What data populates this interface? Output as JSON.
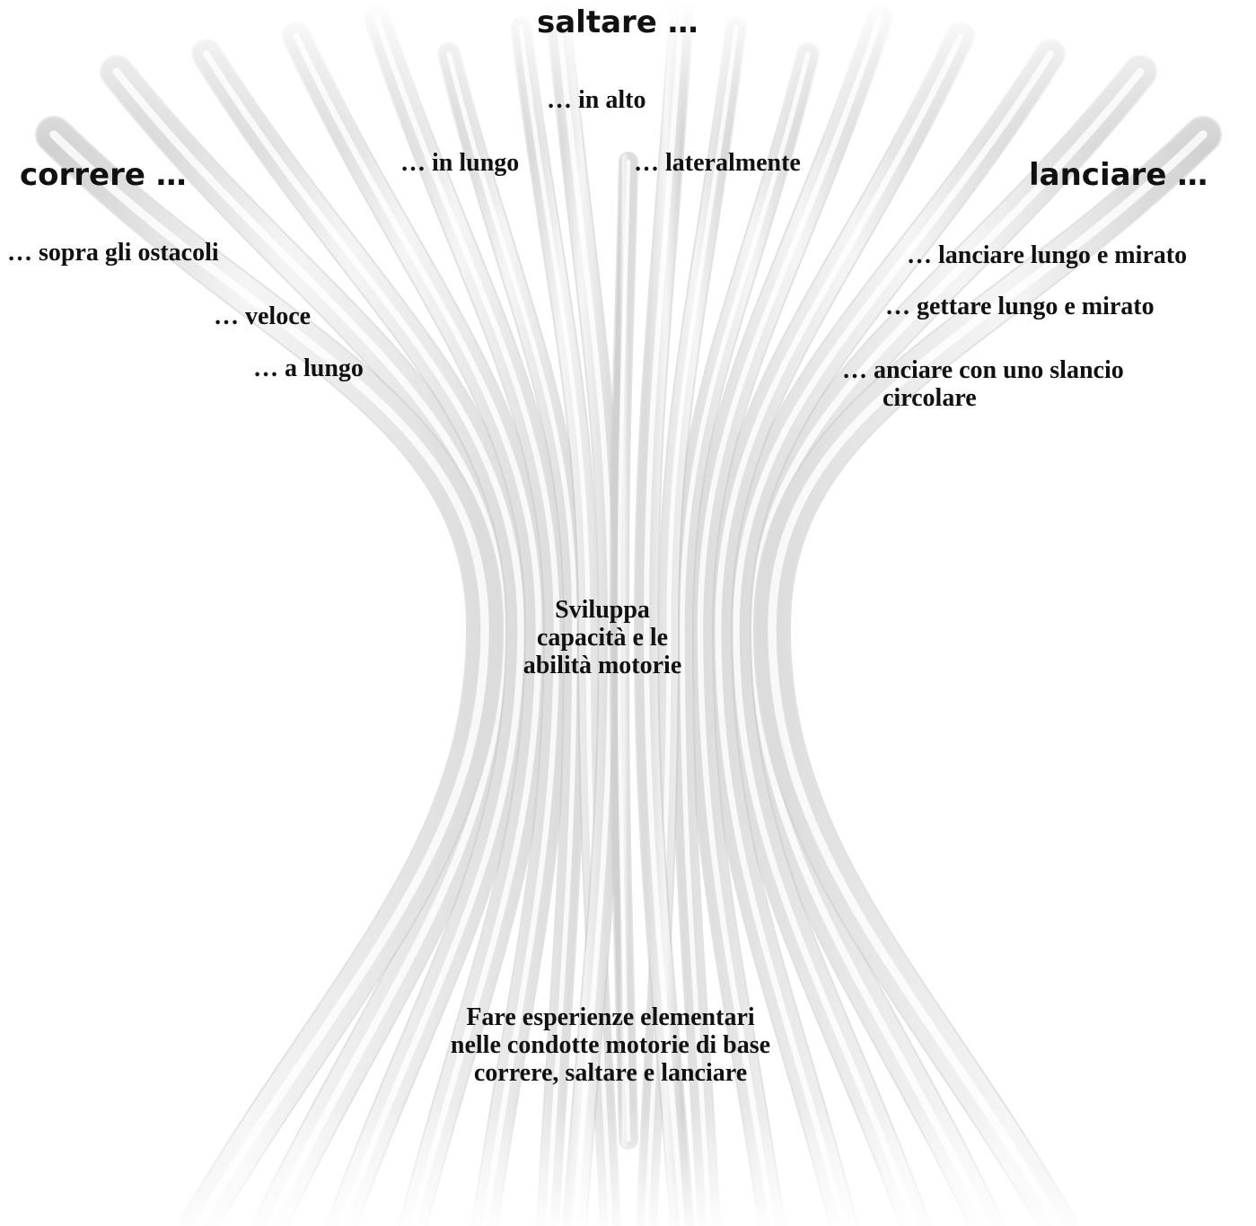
{
  "headings": {
    "jump": "saltare …",
    "run": "correre …",
    "throw": "lanciare …"
  },
  "jump_items": {
    "high": "… in alto",
    "long": "… in lungo",
    "sideways": "… lateralmente"
  },
  "run_items": {
    "hurdles": "… sopra gli ostacoli",
    "fast": "… veloce",
    "long": "… a lungo"
  },
  "throw_items": {
    "throw_long_aimed": "… lanciare   lungo e mirato",
    "toss_long_aimed": "… gettare  lungo e  mirato",
    "circular_swing": "…  anciare con uno slancio circolare"
  },
  "center": {
    "develop": "Sviluppa\ncapacità e le\nabilità motorie",
    "experience": "Fare esperienze elementari\nnelle condotte  motorie di base\ncorrere, saltare e lanciare"
  },
  "colors": {
    "strand_light": "#f7f7f7",
    "strand_mid": "#e4e4e4",
    "strand_dark": "#cfcfcf",
    "text": "#111111"
  }
}
